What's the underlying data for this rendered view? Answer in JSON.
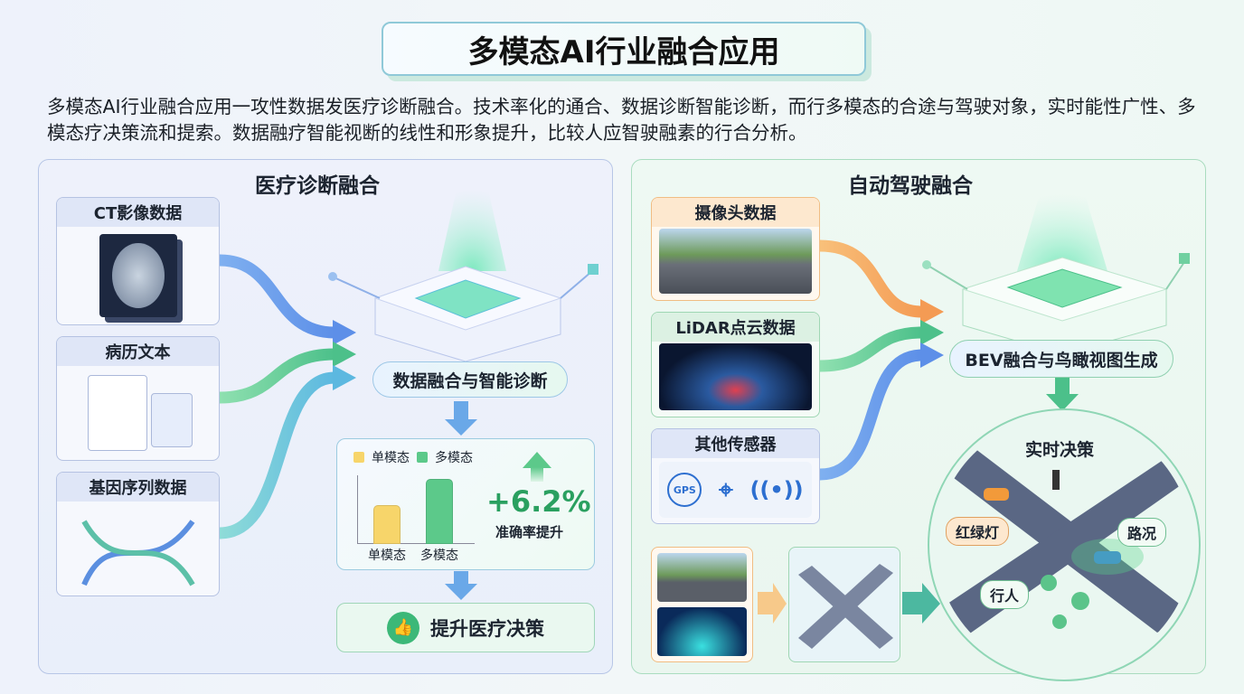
{
  "title": "多模态AI行业融合应用",
  "description": "多模态AI行业融合应用一攻性数据发医疗诊断融合。技术率化的通合、数据诊断智能诊断，而行多模态的合途与驾驶对象，实时能性广性、多模态疗决策流和提索。数据融疗智能视断的线性和形象提升，比较人应智驶融素的行合分析。",
  "medical": {
    "title": "医疗诊断融合",
    "inputs": [
      {
        "label": "CT影像数据"
      },
      {
        "label": "病历文本"
      },
      {
        "label": "基因序列数据"
      }
    ],
    "hub_label": "数据融合与智能诊断",
    "chart_data": {
      "type": "bar",
      "categories": [
        "单模态",
        "多模态"
      ],
      "legend": [
        "单模态",
        "多模态"
      ],
      "values": [
        60,
        100
      ],
      "colors": [
        "#f7d56a",
        "#5cc98a"
      ],
      "annotation": "+6.2%",
      "annotation_label": "准确率提升"
    },
    "output_label": "提升医疗决策"
  },
  "driving": {
    "title": "自动驾驶融合",
    "inputs": [
      {
        "label": "摄像头数据"
      },
      {
        "label": "LiDAR点云数据"
      },
      {
        "label": "其他传感器"
      }
    ],
    "sensor_icons": [
      "GPS",
      "location-pin",
      "signal"
    ],
    "hub_label": "BEV融合与鸟瞰视图生成",
    "decision_title": "实时决策",
    "decision_labels": {
      "light": "红绿灯",
      "road": "路况",
      "pedestrian": "行人"
    }
  }
}
